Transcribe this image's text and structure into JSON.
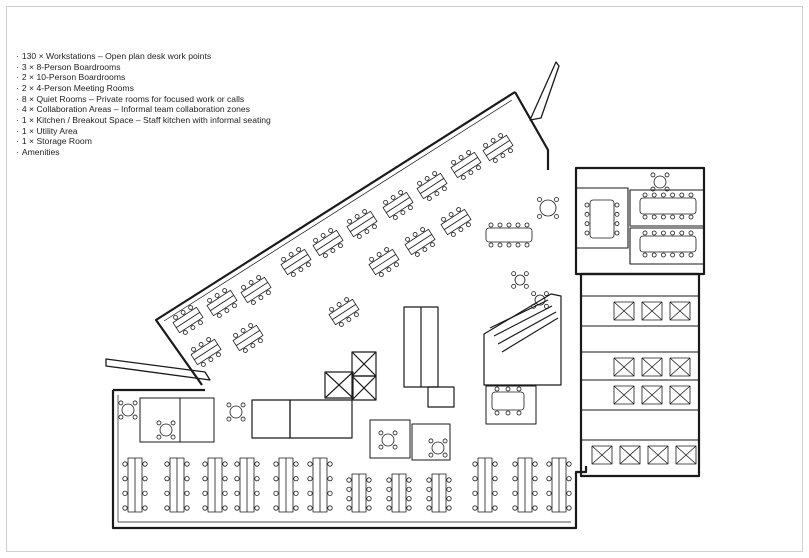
{
  "legend": {
    "bullet": "·",
    "items": [
      "130 × Workstations – Open plan desk work points",
      "3 × 8-Person Boardrooms",
      "2 × 10-Person Boardrooms",
      "2 × 4-Person Meeting Rooms",
      "8 × Quiet Rooms – Private rooms for focused work or calls",
      "4 × Collaboration Areas – Informal team collaboration zones",
      "1 × Kitchen / Breakout Space – Staff kitchen with informal seating",
      "1 × Utility Area",
      "1 × Storage Room",
      "Amenities"
    ]
  },
  "colors": {
    "line": "#1a1a1a",
    "fill": "#ffffff",
    "frame": "#cfcfcf"
  }
}
